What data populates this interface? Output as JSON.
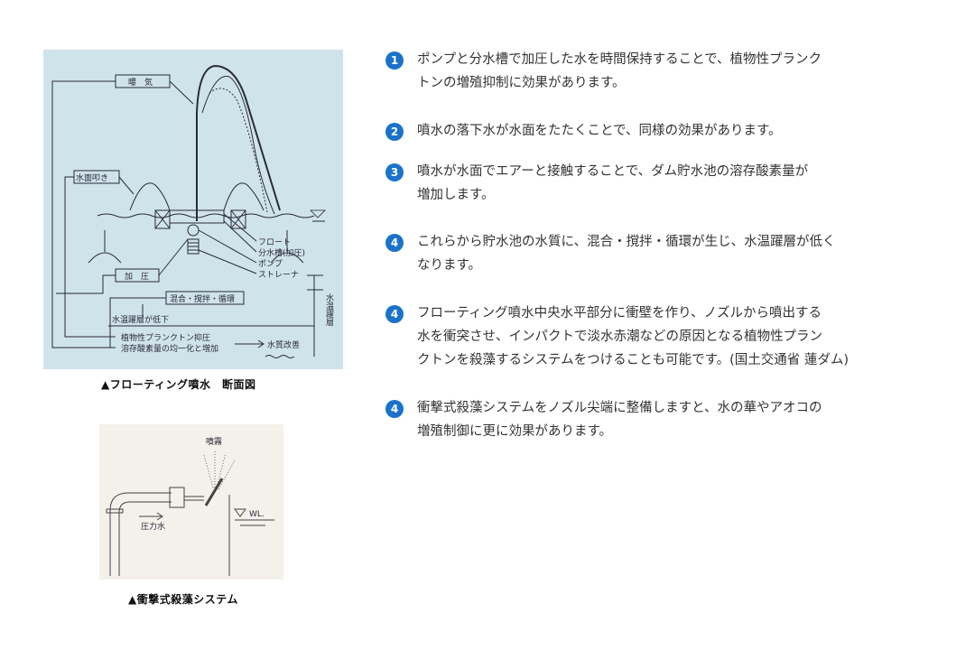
{
  "figure1": {
    "caption": "▲フローティング噴水　断面図",
    "labels": {
      "aeration": "曝　気",
      "surface_hit": "水面叩き",
      "float": "フロート",
      "tank": "分水槽(加圧)",
      "pump": "ポンプ",
      "strainer": "ストレーナ",
      "pressure": "加　圧",
      "mixing": "混合・撹拌・循環",
      "thermocline": "水温躍層が低下",
      "plankton": "植物性プランクトン抑圧",
      "oxygen": "溶存酸素量の均一化と増加",
      "quality": "水質改善",
      "depth": "水温躍層"
    }
  },
  "figure2": {
    "caption": "▲衝撃式殺藻システム",
    "labels": {
      "mist": "噴霧",
      "water_pressure": "圧力水",
      "wl": "WL."
    }
  },
  "items": [
    {
      "num": "1",
      "lines": [
        "ポンプと分水槽で加圧した水を時間保持することで、植物性プランク",
        "トンの増殖抑制に効果があります。"
      ]
    },
    {
      "num": "2",
      "lines": [
        "噴水の落下水が水面をたたくことで、同様の効果があります。"
      ]
    },
    {
      "num": "3",
      "lines": [
        "噴水が水面でエアーと接触することで、ダム貯水池の溶存酸素量が",
        "増加します。"
      ]
    },
    {
      "num": "4",
      "lines": [
        "これらから貯水池の水質に、混合・撹拌・循環が生じ、水温躍層が低く",
        "なります。"
      ]
    },
    {
      "num": "4",
      "lines": [
        "フローティング噴水中央水平部分に衝壁を作り、ノズルから噴出する",
        "水を衝突させ、インパクトで淡水赤潮などの原因となる植物性プラン",
        "クトンを殺藻するシステムをつけることも可能です。(国土交通省 蓮ダム)"
      ]
    },
    {
      "num": "4",
      "lines": [
        "衝撃式殺藻システムをノズル尖端に整備しますと、水の華やアオコの",
        "増殖制御に更に効果があります。"
      ]
    }
  ]
}
